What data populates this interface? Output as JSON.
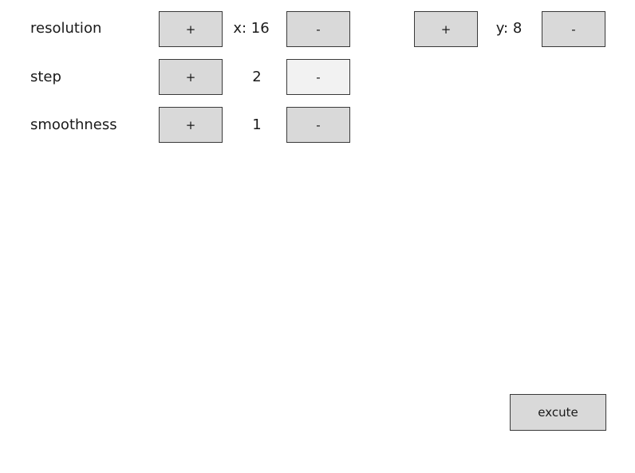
{
  "rows": {
    "resolution": {
      "label": "resolution",
      "x": {
        "plus_label": "+",
        "value": "x: 16",
        "minus_label": "-"
      },
      "y": {
        "plus_label": "+",
        "value": "y: 8",
        "minus_label": "-"
      }
    },
    "step": {
      "label": "step",
      "plus_label": "+",
      "value": "2",
      "minus_label": "-"
    },
    "smoothness": {
      "label": "smoothness",
      "plus_label": "+",
      "value": "1",
      "minus_label": "-"
    }
  },
  "actions": {
    "execute_label": "excute"
  },
  "colors": {
    "button_bg": "#d9d9d9",
    "button_hover_bg": "#f2f2f2",
    "border": "#3a3a3a",
    "text": "#1a1a1a"
  }
}
